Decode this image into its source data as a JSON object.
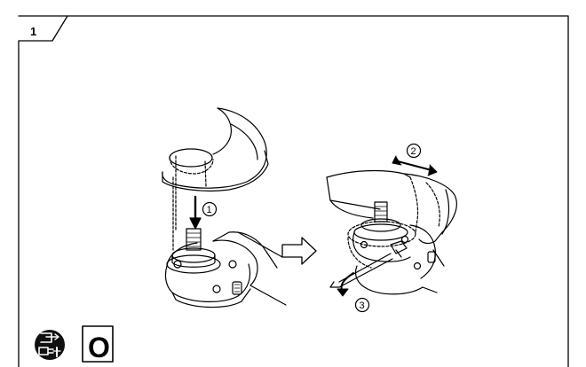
{
  "figure": {
    "step_number": "1",
    "callouts": {
      "one": "1",
      "two": "2",
      "three": "3"
    },
    "box_letter": "O",
    "icons": {
      "unplug": "unplug-tool-icon",
      "box": "letter-o-box-icon"
    },
    "colors": {
      "line": "#000000",
      "background": "#ffffff",
      "icon_fill": "#111111"
    }
  }
}
